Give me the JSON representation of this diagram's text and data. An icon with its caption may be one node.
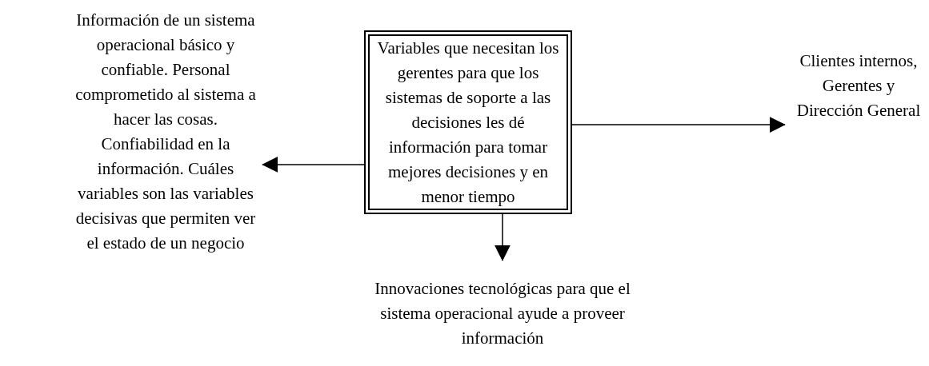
{
  "diagram": {
    "nodes": [
      {
        "text": [
          "Información de un sistema operacional básico y confiable. Personal comprometido al sistema a hacer las cosas. Confiabilidad en la información. Cuáles variables son las variables decisivas que permiten ver el estado de un negocio"
        ]
      },
      {
        "text": [
          "Variables que necesitan los gerentes para que los sistemas de soporte a las decisiones les dé información para tomar mejores decisiones y en menor tiempo"
        ]
      },
      {
        "text": [
          "Clientes internos, Gerentes y Dirección General"
        ]
      },
      {
        "text": [
          "Innovaciones tecnológicas para que el sistema operacional ayude a proveer información"
        ]
      }
    ],
    "edges": [
      {
        "from": 1,
        "to": 0,
        "arrow": "to"
      },
      {
        "from": 1,
        "to": 2,
        "arrow": "to"
      },
      {
        "from": 1,
        "to": 3,
        "arrow": "to"
      }
    ]
  }
}
